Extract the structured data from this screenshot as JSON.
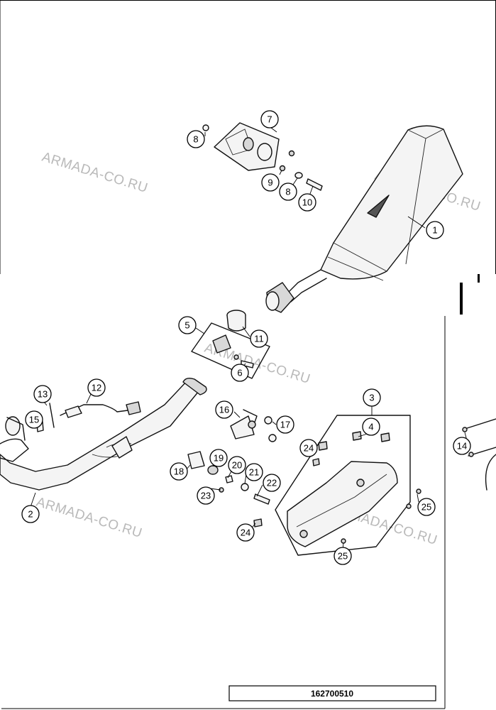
{
  "diagram": {
    "callouts": [
      {
        "id": "c1",
        "label": "1"
      },
      {
        "id": "c2",
        "label": "2"
      },
      {
        "id": "c3",
        "label": "3"
      },
      {
        "id": "c4",
        "label": "4"
      },
      {
        "id": "c5",
        "label": "5"
      },
      {
        "id": "c6",
        "label": "6"
      },
      {
        "id": "c7",
        "label": "7"
      },
      {
        "id": "c8a",
        "label": "8"
      },
      {
        "id": "c8b",
        "label": "8"
      },
      {
        "id": "c9",
        "label": "9"
      },
      {
        "id": "c10",
        "label": "10"
      },
      {
        "id": "c11",
        "label": "11"
      },
      {
        "id": "c12",
        "label": "12"
      },
      {
        "id": "c13",
        "label": "13"
      },
      {
        "id": "c14",
        "label": "14"
      },
      {
        "id": "c15",
        "label": "15"
      },
      {
        "id": "c16",
        "label": "16"
      },
      {
        "id": "c17",
        "label": "17"
      },
      {
        "id": "c18",
        "label": "18"
      },
      {
        "id": "c19",
        "label": "19"
      },
      {
        "id": "c20",
        "label": "20"
      },
      {
        "id": "c21",
        "label": "21"
      },
      {
        "id": "c22",
        "label": "22"
      },
      {
        "id": "c23",
        "label": "23"
      },
      {
        "id": "c24a",
        "label": "24"
      },
      {
        "id": "c24b",
        "label": "24"
      },
      {
        "id": "c25a",
        "label": "25"
      },
      {
        "id": "c25b",
        "label": "25"
      }
    ],
    "watermarks": [
      "ARMADA-CO.RU",
      "ARMADA-CO.RU",
      "ARMADA-CO.RU",
      "ARMADA-CO.RU",
      "ARMADA-CO.RU"
    ],
    "drawing_number": "162700510"
  }
}
